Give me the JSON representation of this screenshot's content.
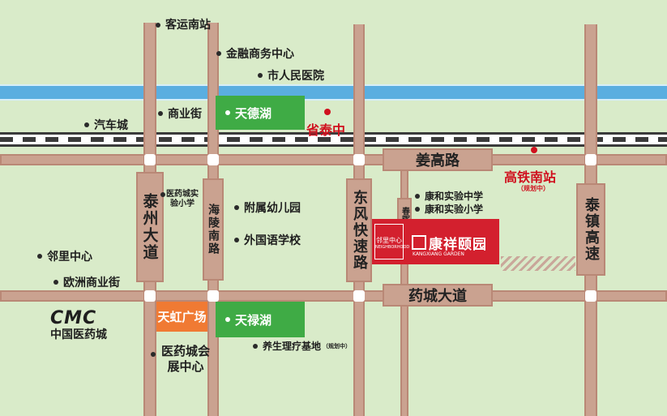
{
  "roads": {
    "jianggao": "姜高路",
    "yaocheng": "药城大道",
    "taizhou": "泰州大道",
    "hailing": "海陵南路",
    "dongfeng": "东风快速路",
    "chunhui": "春晖路",
    "taizhen": "泰镇高速"
  },
  "pois": {
    "keyun": "客运南站",
    "jinrong": "金融商务中心",
    "shiren": "市人民医院",
    "shangye": "商业街",
    "qiche": "汽车城",
    "tiande": "天德湖",
    "shengtaizhong": "省泰中",
    "gaotie": "高铁南站",
    "gaotie_note": "（规划中）",
    "yiyaocheng_school": "医药城实验小学",
    "fushu": "附属幼儿园",
    "waiguoyu": "外国语学校",
    "kanghe_middle": "康和实验中学",
    "kanghe_primary": "康和实验小学",
    "linli": "邻里中心",
    "ouzhou": "欧洲商业街",
    "tianhong": "天虹广场",
    "tianlu": "天禄湖",
    "yangsheng": "养生理疗基地",
    "yangsheng_note": "（规划中）",
    "huizhan": "医药城会展中心",
    "cmc_logo": "CMC",
    "cmc_name": "中国医药城"
  },
  "project": {
    "linli_badge": "邻里中心",
    "linli_sub": "NEIGHBORHOOD",
    "name": "康祥颐园",
    "name_en": "KANGXIANG GARDEN"
  },
  "colors": {
    "background": "#d9ebc9",
    "road": "#caa290",
    "river": "#5aaee0",
    "park": "#3fab45",
    "plaza": "#f07a33",
    "project": "#d3202e",
    "highlight_text": "#d0101e"
  }
}
